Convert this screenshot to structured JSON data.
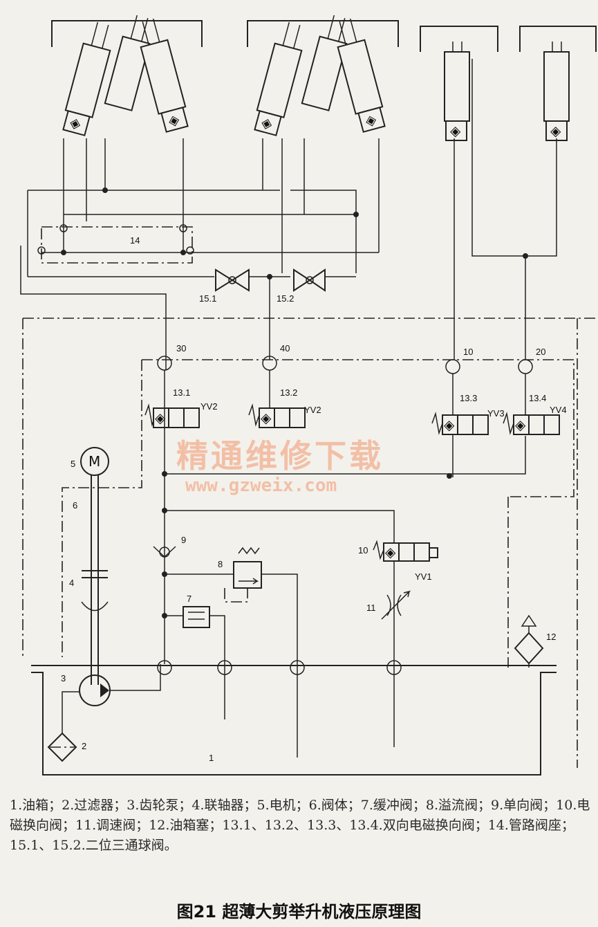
{
  "labels": {
    "pipe_14": "14",
    "valve_15_1": "15.1",
    "valve_15_2": "15.2",
    "port_30": "30",
    "port_40": "40",
    "port_10": "10",
    "port_20": "20",
    "valve_13_1": "13.1",
    "valve_13_2": "13.2",
    "valve_13_3": "13.3",
    "valve_13_4": "13.4",
    "coil_13_1": "YV2",
    "coil_13_2": "YV2",
    "coil_13_3": "YV3",
    "coil_13_4": "YV4",
    "motor_5": "5",
    "body_6": "6",
    "coupling_4": "4",
    "check_9": "9",
    "relief_8": "8",
    "damper_7": "7",
    "solenoid_10": "10",
    "solenoid_coil": "YV1",
    "throttle_11": "11",
    "plug_12": "12",
    "pump_3": "3",
    "filter_2": "2",
    "tank_1": "1",
    "motor_symbol": "M"
  },
  "watermark": {
    "text": "精通维修下载",
    "url": "www.gzweix.com"
  },
  "legend": "1.油箱；2.过滤器；3.齿轮泵；4.联轴器；5.电机；6.阀体；7.缓冲阀；8.溢流阀；9.单向阀；10.电磁换向阀；11.调速阀；12.油箱塞；13.1、13.2、13.3、13.4.双向电磁换向阀；14.管路阀座；15.1、15.2.二位三通球阀。",
  "title": "图21 超薄大剪举升机液压原理图"
}
